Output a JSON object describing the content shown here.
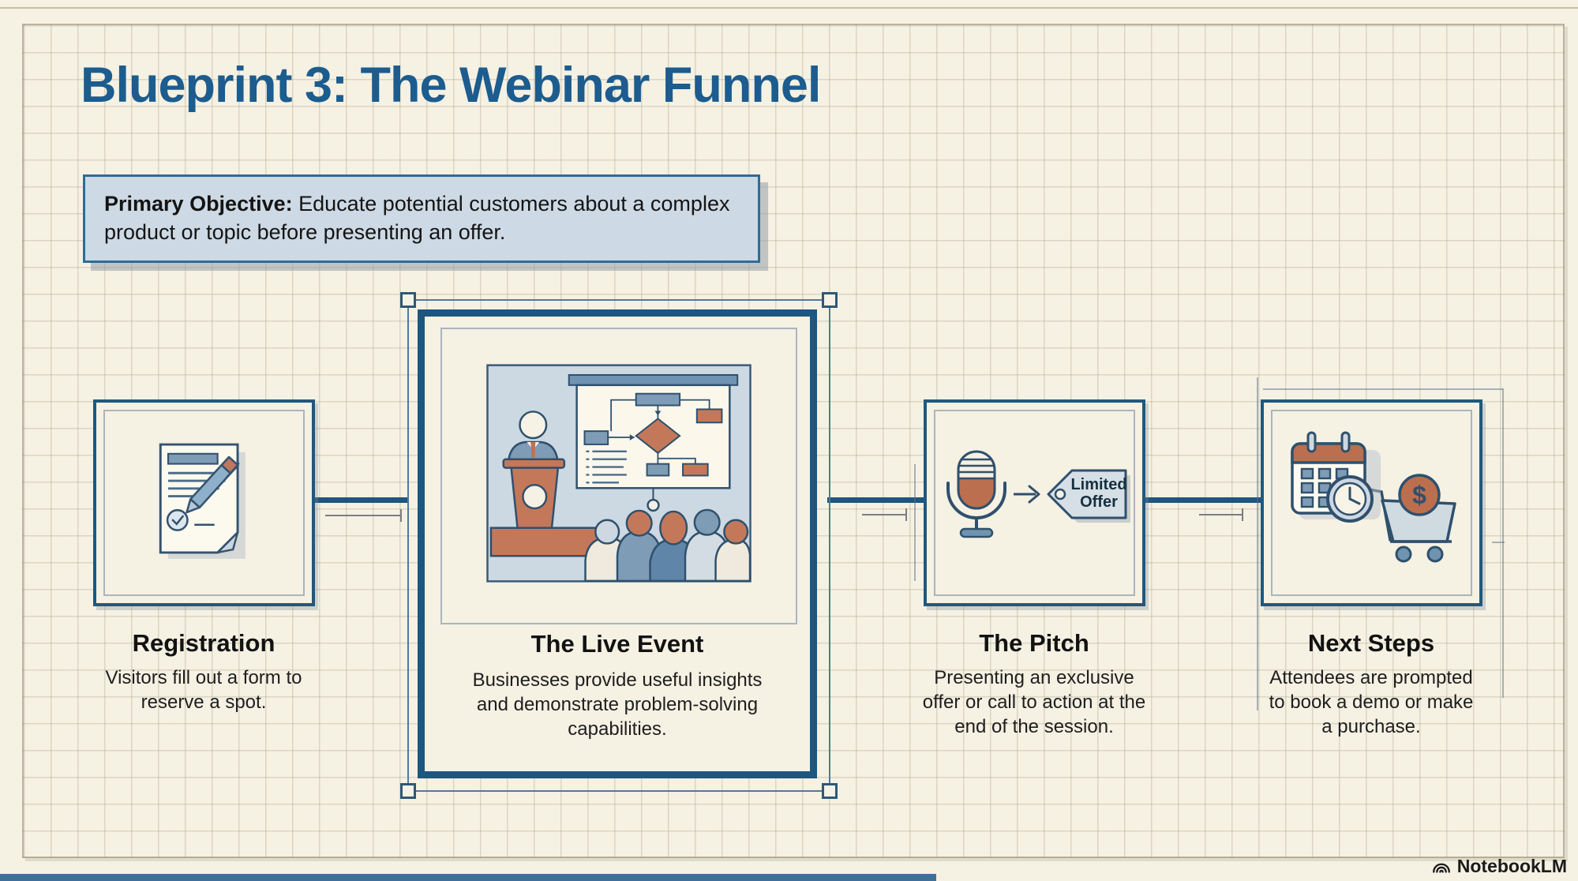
{
  "title": "Blueprint 3: The Webinar Funnel",
  "objective": {
    "label": "Primary Objective:",
    "text": "Educate potential customers about a complex product or topic before presenting an offer."
  },
  "stages": [
    {
      "title": "Registration",
      "description": "Visitors fill out a form to reserve a spot.",
      "icon": "form-pen-icon"
    },
    {
      "title": "The Live Event",
      "description": "Businesses provide useful insights and demonstrate problem-solving capabilities.",
      "icon": "presentation-audience-icon",
      "selected": true
    },
    {
      "title": "The Pitch",
      "description": "Presenting an exclusive offer or call to action at the end of the session.",
      "icon": "microphone-offer-tag-icon",
      "tag_label": "Limited Offer"
    },
    {
      "title": "Next Steps",
      "description": "Attendees are prompted to book a demo or make a purchase.",
      "icon": "calendar-clock-cart-icon"
    }
  ],
  "icons": {
    "dollar_sign": "$"
  },
  "branding": {
    "logo_text": "NotebookLM"
  },
  "colors": {
    "background": "#f5f1e3",
    "title_blue": "#1c5c8e",
    "node_border_blue": "#1d567f",
    "objective_fill": "#cdd9e4",
    "panel_blue": "#ccd8e2",
    "steel_blue": "#7e9cb6",
    "terracotta": "#c4785a",
    "outline_navy": "#2f506c"
  }
}
